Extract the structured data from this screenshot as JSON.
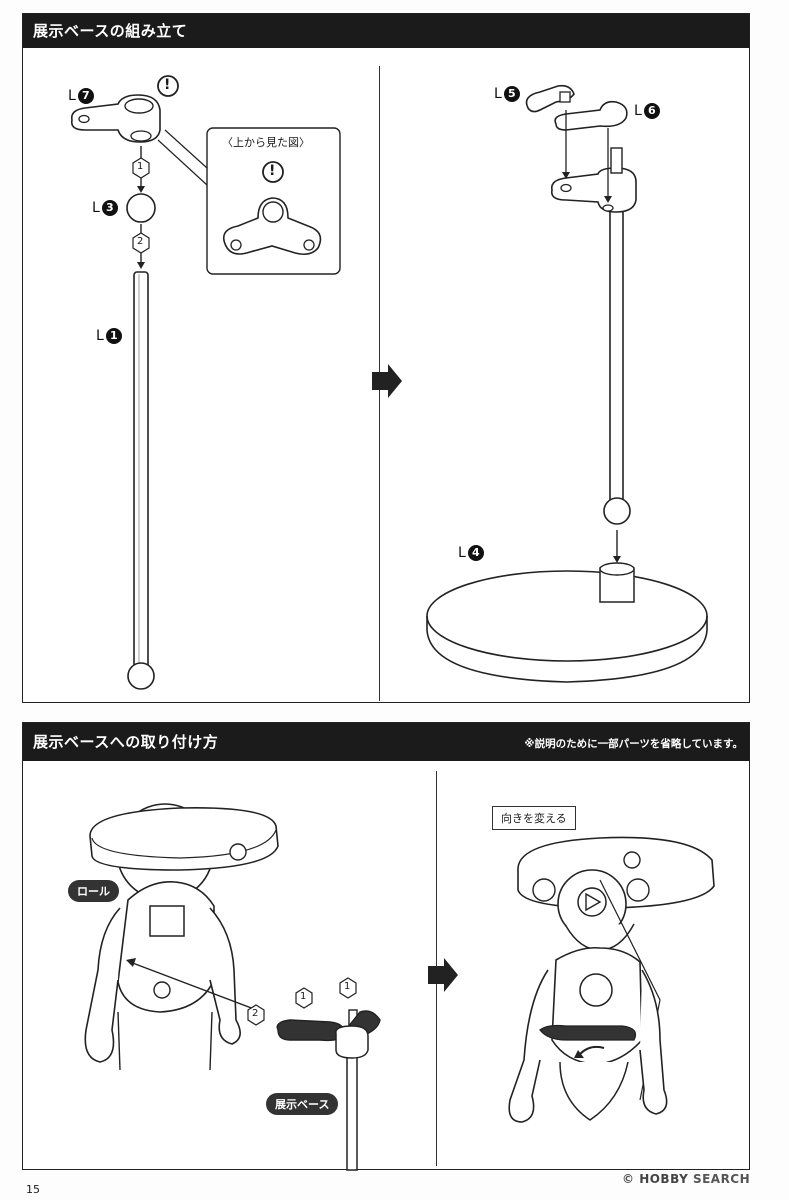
{
  "section1": {
    "title": "展示ベースの組み立て",
    "labels": {
      "l7": {
        "prefix": "L",
        "num": "7"
      },
      "l3": {
        "prefix": "L",
        "num": "3"
      },
      "l1": {
        "prefix": "L",
        "num": "1"
      },
      "l5": {
        "prefix": "L",
        "num": "5"
      },
      "l6": {
        "prefix": "L",
        "num": "6"
      },
      "l4": {
        "prefix": "L",
        "num": "4"
      }
    },
    "steps": {
      "s1": "1",
      "s2": "2"
    },
    "inset_title": "〈上から見た図〉",
    "caution": "!"
  },
  "section2": {
    "title": "展示ベースへの取り付け方",
    "note": "※説明のために一部パーツを省略しています。",
    "roll_tag": "ロール",
    "base_tag": "展示ベース",
    "turn_callout": "向きを変える",
    "steps": {
      "s1a": "1",
      "s1b": "1",
      "s2": "2"
    }
  },
  "page_number": "15",
  "watermark": {
    "prefix": "HOBBY",
    "suffix": " SEARCH",
    "mark": "©"
  }
}
